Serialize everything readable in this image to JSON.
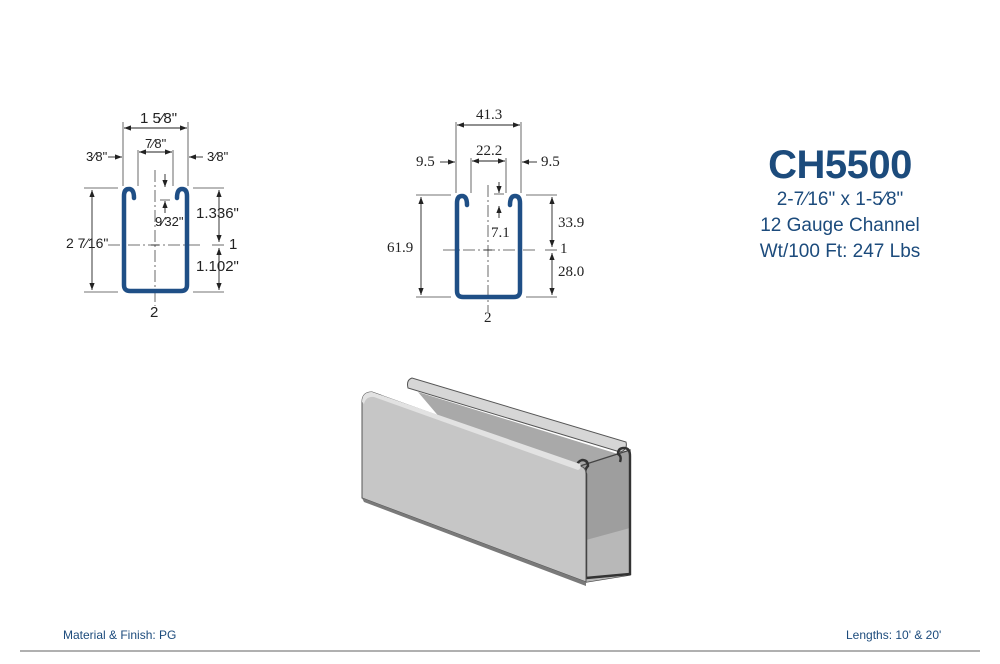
{
  "product": {
    "model": "CH5500",
    "size": "2-7⁄16\" x 1-5⁄8\"",
    "gauge": "12 Gauge Channel",
    "weight": "Wt/100 Ft: 247 Lbs"
  },
  "imperial_drawing": {
    "overall_width": "1 5⁄8\"",
    "slot_opening": "7⁄8\"",
    "left_lip": "3⁄8\"",
    "right_lip": "3⁄8\"",
    "overall_height": "2 7⁄16\"",
    "lip_depth": "9⁄32\"",
    "upper_to_axis": "1.336\"",
    "lower_to_axis": "1.102\"",
    "axis_1_label": "1",
    "axis_2_label": "2"
  },
  "metric_drawing": {
    "overall_width": "41.3",
    "slot_opening": "22.2",
    "left_lip": "9.5",
    "right_lip": "9.5",
    "overall_height": "61.9",
    "lip_depth": "7.1",
    "upper_to_axis": "33.9",
    "lower_to_axis": "28.0",
    "axis_1_label": "1",
    "axis_2_label": "2"
  },
  "footer": {
    "material": "Material & Finish: PG",
    "lengths": "Lengths: 10' & 20'"
  },
  "colors": {
    "brand_blue": "#1c4b7c",
    "profile_blue": "#1f4f86",
    "dimension_line": "#333333",
    "channel_gray": "#c9c9c9",
    "footer_rule": "#b0b0b0"
  }
}
